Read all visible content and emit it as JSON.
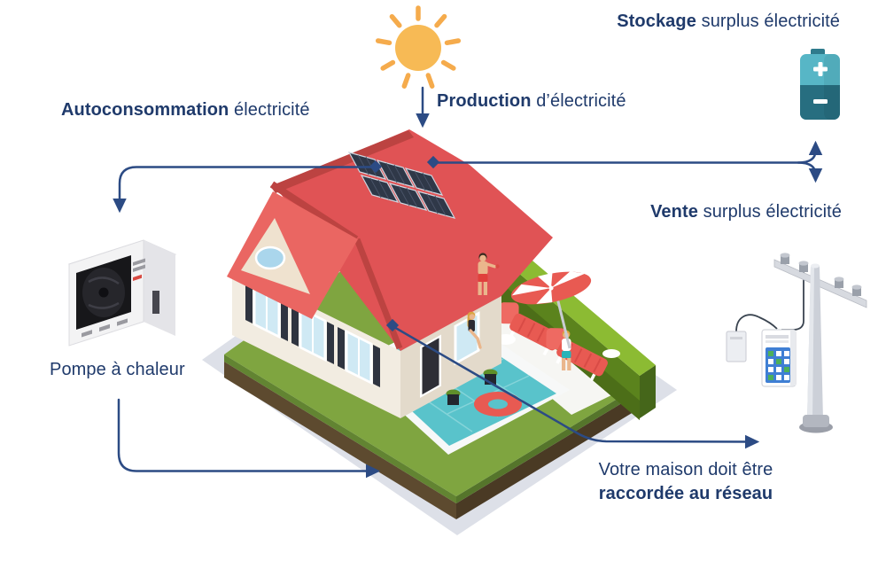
{
  "labels": {
    "stockage": {
      "bold": "Stockage",
      "rest": " surplus électricité"
    },
    "production": {
      "bold": "Production",
      "rest": " d’électricité"
    },
    "autoconsommation": {
      "bold": "Autoconsommation",
      "rest": " électricité"
    },
    "vente": {
      "bold": "Vente",
      "rest": " surplus électricité"
    },
    "pompe_a_chaleur": "Pompe à chaleur",
    "raccordement": {
      "line1": "Votre maison doit être",
      "line2": "raccordée au réseau"
    }
  },
  "icons": {
    "sun": "sun-icon",
    "battery": "battery-storage-icon",
    "heat_pump": "heat-pump-icon",
    "power_pole": "power-pole-icon",
    "electric_meter": "electric-meter-icon",
    "house": "house-with-solar-panels-pool-illustration",
    "solar_panels": "solar-panels-icon",
    "connection_node": "connection-node-icon"
  },
  "colors": {
    "text_navy": "#1f3a6b",
    "line_navy": "#2c4b84",
    "sun_yellow": "#f7ba55",
    "battery_teal_light": "#57b6c6",
    "battery_teal_dark": "#276e80",
    "roof_red": "#e05355",
    "hedge_green_top": "#8cbb33",
    "hedge_green_face": "#5b831d",
    "lawn_green": "#7fa540",
    "soil_brown": "#5d4a2f",
    "pool_blue": "#59c3cb",
    "lounger_red": "#e85a52",
    "float_yellow": "#f3b33c"
  }
}
